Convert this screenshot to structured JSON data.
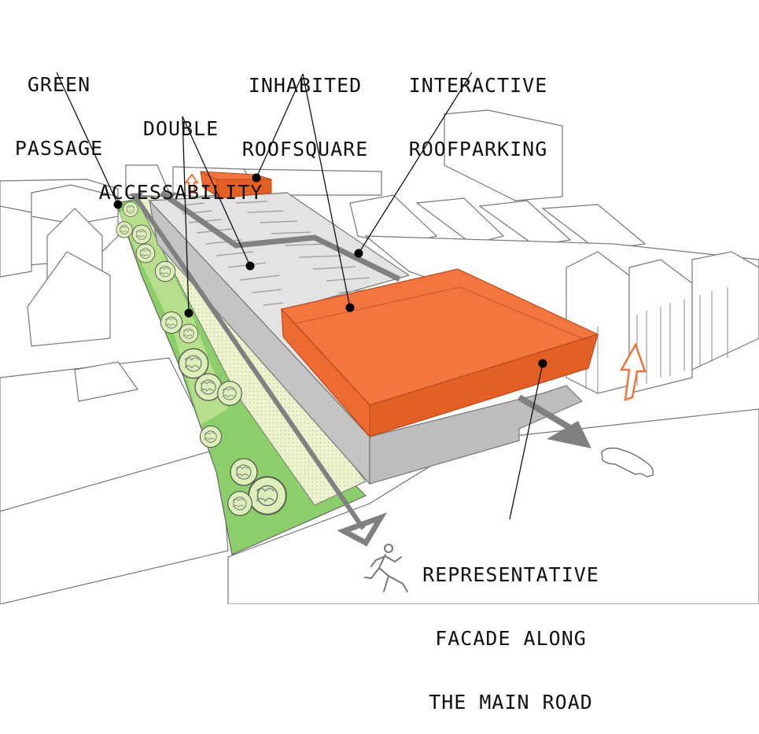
{
  "colors": {
    "building_orange": "#f37540",
    "building_orange_dark": "#e35f24",
    "green_strip": "#8ccf6a",
    "green_light": "#c9e59a",
    "grey_slab": "#c4c4c4",
    "arrow_grey": "#808080",
    "accent_arrow": "#f0743b",
    "outline": "#555555"
  },
  "labels": {
    "green_passage": [
      "GREEN",
      "PASSAGE"
    ],
    "double_accessability": [
      "DOUBLE",
      "ACCESSABILITY"
    ],
    "inhabited_roofsquare": [
      "INHABITED",
      "ROOFSQUARE"
    ],
    "interactive_roofparking": [
      "INTERACTIVE",
      "ROOFPARKING"
    ],
    "representative_facade": [
      "REPRESENTATIVE",
      "FACADE ALONG",
      "THE MAIN ROAD"
    ]
  },
  "icons": [
    "pedestrian-icon",
    "car-icon",
    "up-arrow-icon",
    "tree-icon"
  ]
}
